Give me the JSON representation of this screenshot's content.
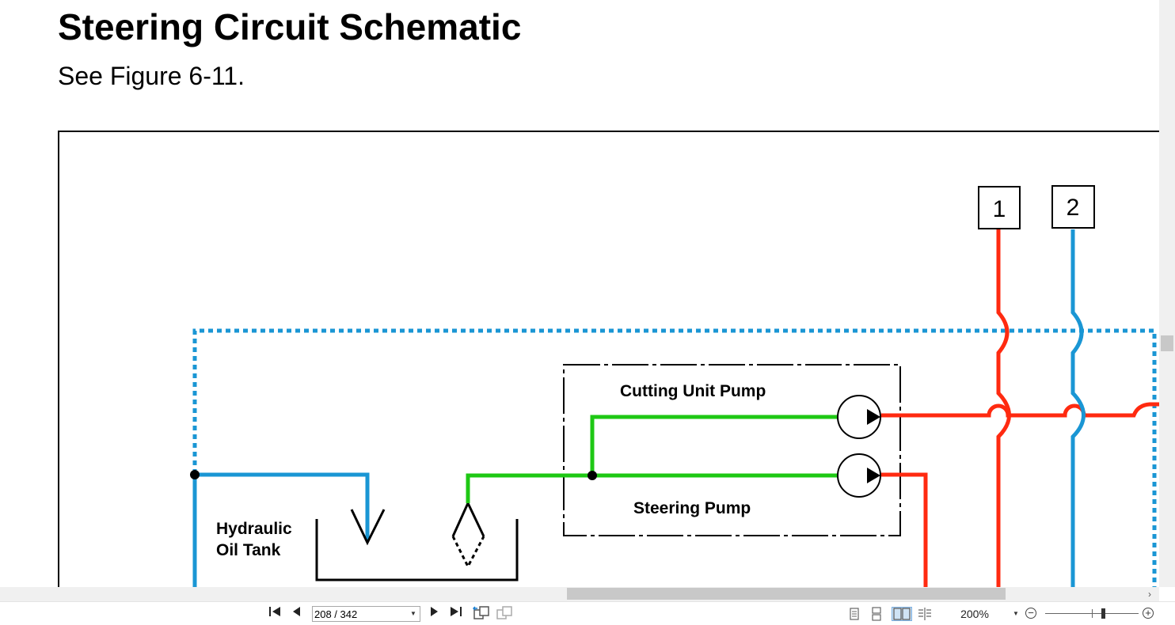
{
  "document": {
    "title": "Steering Circuit Schematic",
    "subtitle": "See Figure 6-11."
  },
  "schematic": {
    "labels": {
      "cutting_unit_pump": "Cutting Unit Pump",
      "steering_pump": "Steering Pump",
      "tank_line1": "Hydraulic",
      "tank_line2": "Oil Tank"
    },
    "callouts": [
      "1",
      "2"
    ],
    "colors": {
      "pressure": "#ff2a10",
      "return": "#1a96d4",
      "suction": "#1ec814",
      "outline": "#000000"
    }
  },
  "toolbar": {
    "page_value": "208 / 342",
    "zoom": "200%",
    "icons": {
      "first_page": "first-page-icon",
      "prev_page": "prev-page-icon",
      "next_page": "next-page-icon",
      "last_page": "last-page-icon",
      "back_view": "previous-view-icon",
      "forward_view": "next-view-icon",
      "single_page": "single-page-view-icon",
      "continuous": "continuous-view-icon",
      "facing": "facing-view-icon",
      "continuous_facing": "continuous-facing-view-icon",
      "zoom_out": "zoom-out-icon",
      "zoom_in": "zoom-in-icon"
    }
  }
}
